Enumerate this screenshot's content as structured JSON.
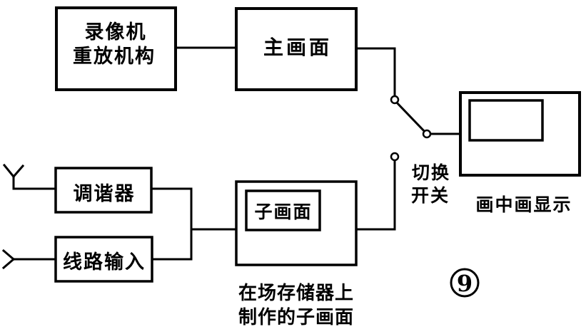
{
  "diagram": {
    "background_color": "#ffffff",
    "line_color": "#000000",
    "nodes": {
      "vcr": {
        "label_line1": "录像机",
        "label_line2": "重放机构"
      },
      "main_picture": {
        "label": "主画面"
      },
      "tuner": {
        "label": "调谐器"
      },
      "line_input": {
        "label": "线路输入"
      },
      "sub_picture": {
        "label": "子画面"
      },
      "pip_display": {
        "label": "画中画显示"
      }
    },
    "labels": {
      "switch_line1": "切换",
      "switch_line2": "开关",
      "sub_caption_line1": "在场存储器上",
      "sub_caption_line2": "制作的子画面",
      "figure_number": "9"
    }
  }
}
